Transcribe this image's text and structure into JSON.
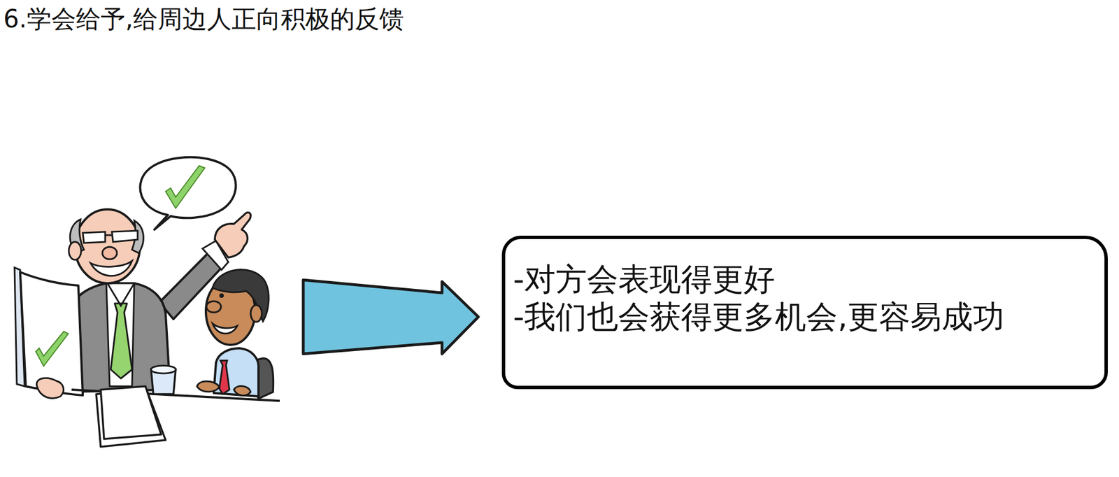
{
  "diagram": {
    "title": "6.学会给予,给周边人正向积极的反馈",
    "nodes": [
      {
        "text": [
          "-对方会表现得更好",
          "-我们也会获得更多机会,更容易成功"
        ]
      }
    ]
  }
}
